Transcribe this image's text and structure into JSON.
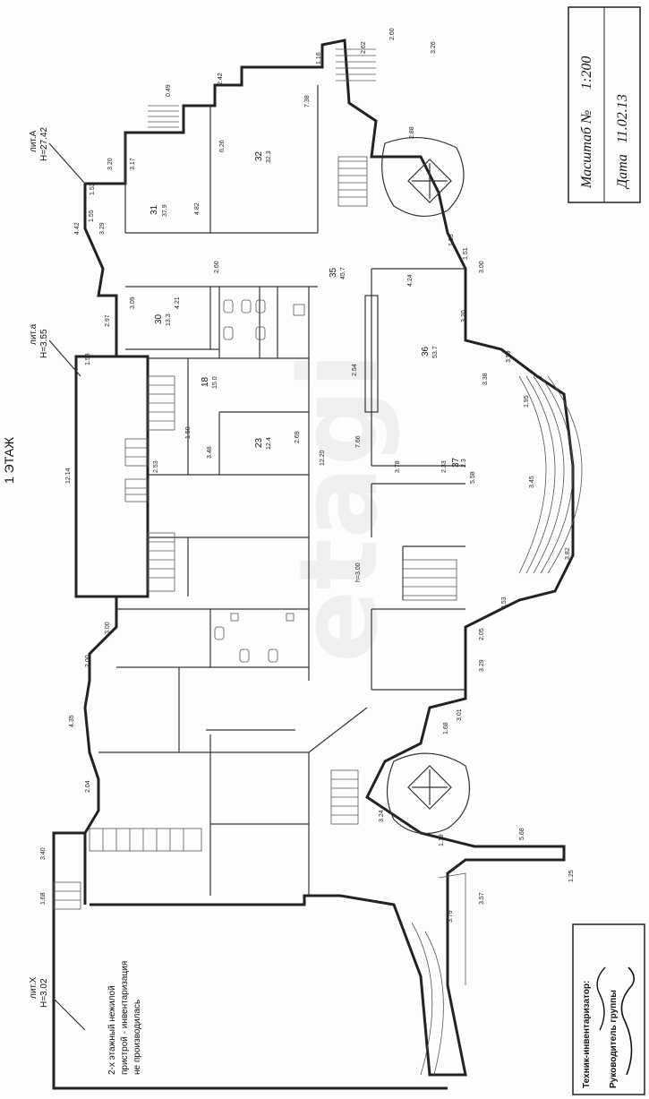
{
  "floor": {
    "title": "1 ЭТАЖ"
  },
  "stamp": {
    "scale_label": "Масштаб №",
    "scale_value": "1:200",
    "date_label": "Дата",
    "date_value": "11.02.13"
  },
  "signoff": {
    "technician": "Техник-инвентаризатор:",
    "group_head": "Руководитель группы"
  },
  "literals": {
    "lit_a_top": "лит.А",
    "lit_a_top_height": "H=27.42",
    "lit_a": "лит.а",
    "lit_a_height": "H=3.55",
    "lit_x": "лит.Х",
    "lit_x_height": "H=3.02"
  },
  "note": {
    "line1": "2-х этажный нежилой",
    "line2": "пристрой - инвентаризация",
    "line3": "не производилась"
  },
  "watermark": "etagi",
  "rooms": [
    {
      "id": "room-31",
      "number": "31",
      "area": "37.9"
    },
    {
      "id": "room-32",
      "number": "32",
      "area": "32.3"
    },
    {
      "id": "room-30",
      "number": "30",
      "area": "13.3"
    },
    {
      "id": "room-35",
      "number": "35",
      "area": "45.7"
    },
    {
      "id": "room-36",
      "number": "36",
      "area": "53.7"
    },
    {
      "id": "room-18",
      "number": "18",
      "area": "15.0"
    },
    {
      "id": "room-23",
      "number": "23",
      "area": "12.4"
    },
    {
      "id": "room-37",
      "number": "37",
      "area": "2.3"
    }
  ],
  "dimensions": {
    "d1": "12.14",
    "d2": "4.42",
    "d3": "3.20",
    "d4": "3.17",
    "d5": "1.53",
    "d6": "4.82",
    "d7": "6.26",
    "d8": "7.38",
    "d9": "2.60",
    "d10": "2.54",
    "d11": "7.66",
    "d12": "12.20",
    "d13": "h=3.00",
    "d14": "5.58",
    "d15": "3.45",
    "d16": "3.82",
    "d17": "3.00",
    "d18": "2.00",
    "d19": "4.35",
    "d20": "2.04",
    "d21": "3.40",
    "d22": "1.68",
    "d23": "5.68",
    "d24": "3.79",
    "d25": "3.57",
    "d26": "1.25",
    "d27": "2.60",
    "d28": "3.26",
    "d29": "2.88",
    "d30": "1.93",
    "d31": "3.00",
    "d32": "1.51",
    "d33": "4.24",
    "d34": "3.20",
    "d35": "3.59",
    "d36": "3.38",
    "d37": "2.33",
    "d38": "3.53",
    "d39": "2.05",
    "d40": "3.29",
    "d41": "3.01",
    "d42": "1.68",
    "d43": "3.24",
    "d44": "1.19",
    "d45": "3.09",
    "d46": "4.21",
    "d47": "2.97",
    "d48": "1.58",
    "d49": "3.48",
    "d50": "2.53",
    "d51": "1.50",
    "d52": "2.69",
    "d53": "3.78",
    "d54": "1.95",
    "d55": "2.62",
    "d56": "1.16",
    "d57": "2.42",
    "d58": "0.49",
    "d59": "1.55",
    "d60": "3.29"
  }
}
